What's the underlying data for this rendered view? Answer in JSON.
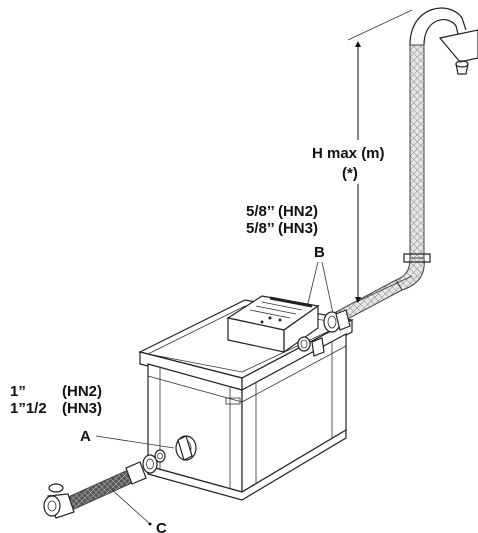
{
  "labels": {
    "height": "H max (m)",
    "height_note": "(*)",
    "b_size_hn2": "5/8’’ (HN2)",
    "b_size_hn3": "5/8’’ (HN3)",
    "b": "B",
    "a_size_hn2_a": "1”",
    "a_size_hn2_b": "(HN2)",
    "a_size_hn3_a": "1”1/2",
    "a_size_hn3_b": "(HN3)",
    "a": "A",
    "c": "C"
  },
  "colors": {
    "line": "#222222",
    "hose_fill": "#d8d8d8",
    "background": "#ffffff"
  }
}
